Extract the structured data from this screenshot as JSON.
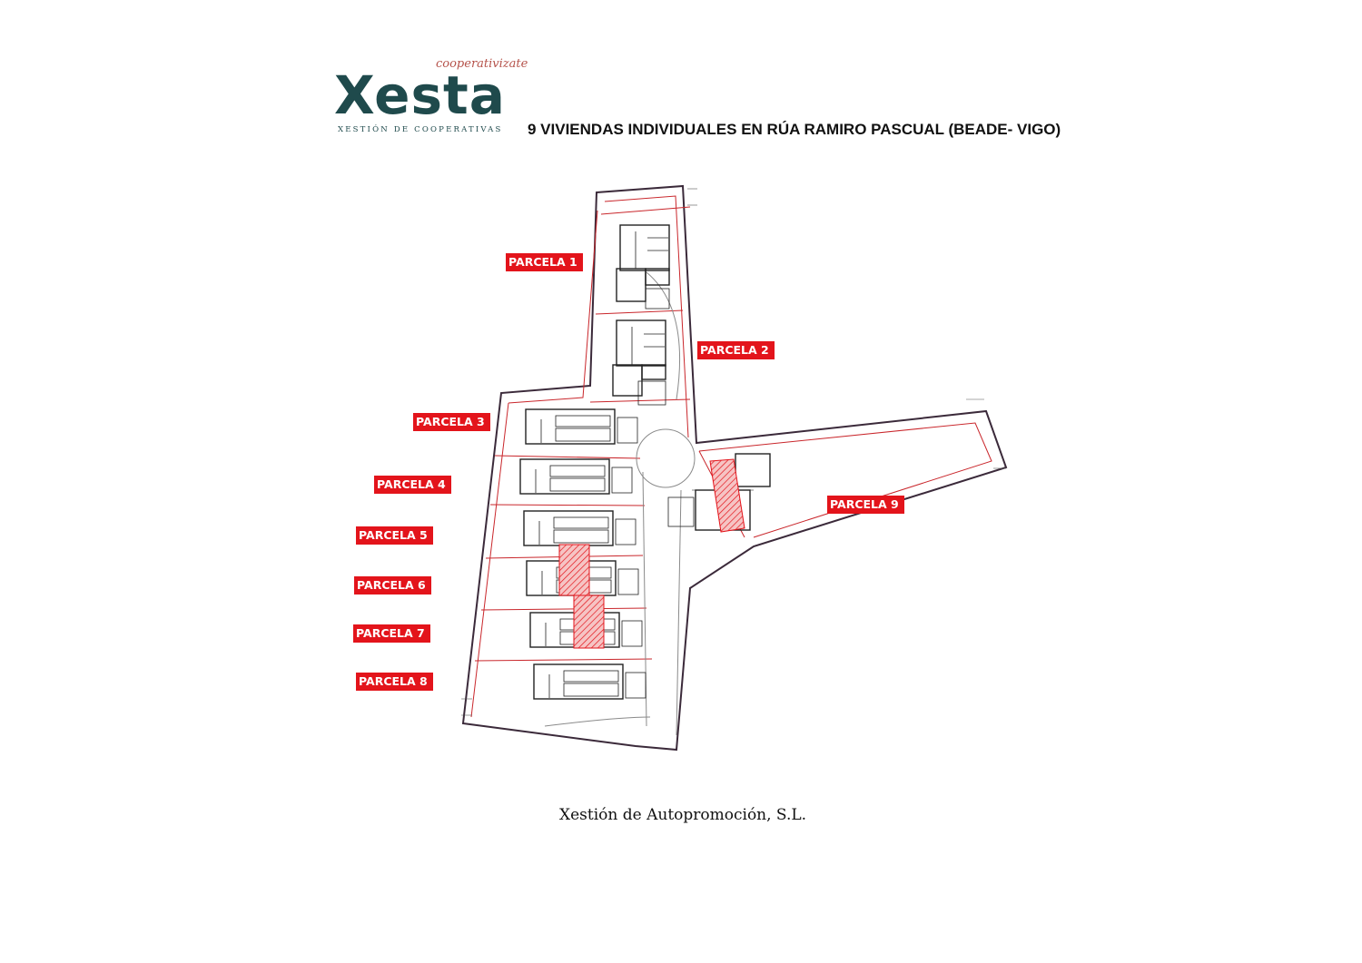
{
  "logo": {
    "wordmark": "Xesta",
    "tagline": "cooperativizate",
    "subtitle": "XESTIÓN DE COOPERATIVAS"
  },
  "title": "9 VIVIENDAS INDIVIDUALES EN RÚA RAMIRO PASCUAL (BEADE- VIGO)",
  "parcels": [
    {
      "label": "PARCELA 1"
    },
    {
      "label": "PARCELA 2"
    },
    {
      "label": "PARCELA 3"
    },
    {
      "label": "PARCELA 4"
    },
    {
      "label": "PARCELA 5"
    },
    {
      "label": "PARCELA 6"
    },
    {
      "label": "PARCELA 7"
    },
    {
      "label": "PARCELA 8"
    },
    {
      "label": "PARCELA 9"
    }
  ],
  "footer": {
    "company": "Xestión de Autopromoción, S.L."
  },
  "colors": {
    "label_background": "#e3141b",
    "label_text": "#ffffff",
    "logo_teal": "#1f4a4c",
    "logo_accent": "#b5524a",
    "plot_outline": "#3b2a3a",
    "parcel_line": "#c9262b",
    "building_hatch": "#e3141b"
  }
}
